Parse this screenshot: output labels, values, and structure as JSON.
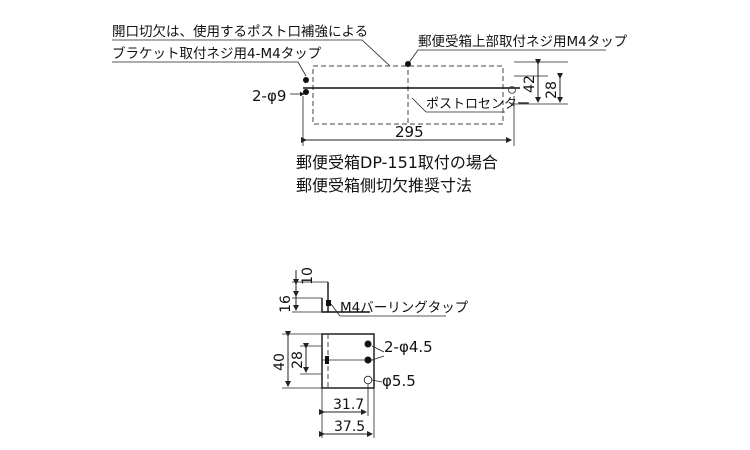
{
  "top_drawing": {
    "note_opening": "開口切欠は、使用するポスト口補強による",
    "note_bracket": "ブラケット取付ネジ用4-M4タップ",
    "note_top_tap": "郵便受箱上部取付ネジ用M4タップ",
    "hole_label": "2-φ9",
    "dim_width": "295",
    "dim_42": "42",
    "dim_28": "28",
    "center_label": "ポストロセンター",
    "caption_line1": "郵便受箱DP-151取付の場合",
    "caption_line2": "郵便受箱側切欠推奨寸法"
  },
  "bottom_drawing": {
    "dim_10": "10",
    "dim_16": "16",
    "tap_label": "M4バーリングタップ",
    "hole_label": "2-φ4.5",
    "dim_40": "40",
    "dim_28": "28",
    "hole_label_2": "φ5.5",
    "dim_31_7": "31.7",
    "dim_37_5": "37.5"
  }
}
